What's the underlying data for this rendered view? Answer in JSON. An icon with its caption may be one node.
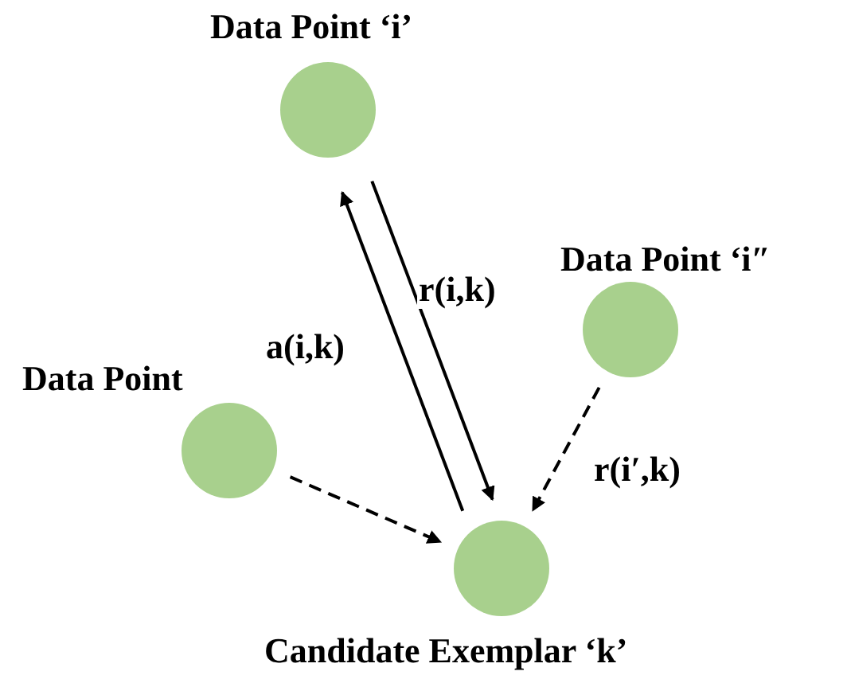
{
  "diagram": {
    "nodes": [
      {
        "text": [
          "Data Point ‘i’"
        ]
      },
      {
        "text": [
          "Data Point ‘i″"
        ]
      },
      {
        "text": [
          "Data Point"
        ]
      },
      {
        "text": [
          "Candidate Exemplar ‘k’"
        ]
      }
    ],
    "edges": [
      {
        "from": 3,
        "to": 0,
        "arrow": "to",
        "label": "a(i,k)"
      },
      {
        "from": 0,
        "to": 3,
        "arrow": "to",
        "label": "r(i,k)"
      },
      {
        "from": 1,
        "to": 3,
        "arrow": "to",
        "label": "r(i′,k)",
        "style": "dashed"
      },
      {
        "from": 2,
        "to": 3,
        "arrow": "to",
        "style": "dashed"
      }
    ]
  }
}
